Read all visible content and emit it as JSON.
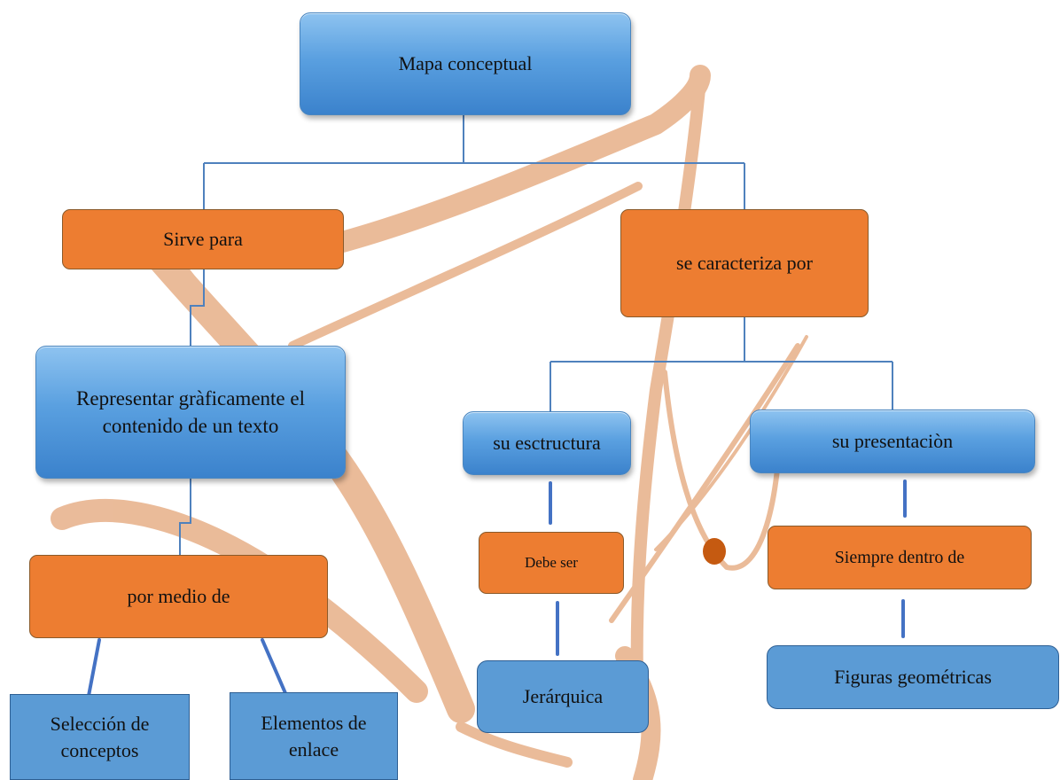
{
  "diagram": {
    "root": {
      "label": "Mapa conceptual"
    },
    "left": {
      "link1": "Sirve para",
      "purpose": "Representar gràficamente el contenido de un texto",
      "link2": "por medio de",
      "leaves": [
        "Selección de conceptos",
        "Elementos de enlace"
      ]
    },
    "right": {
      "link1": "se caracteriza por",
      "structure": {
        "label": "su esctructura",
        "link": "Debe ser",
        "value": "Jerárquica"
      },
      "presentation": {
        "label": "su presentaciòn",
        "link": "Siempre dentro de",
        "value": "Figuras geométricas"
      }
    }
  },
  "colors": {
    "glossy_blue": "#5aa0e0",
    "orange": "#ed7d31",
    "flat_blue": "#5b9bd5",
    "connector": "#4f81bd",
    "watermark": "#e8b48f",
    "watermark_dot": "#c55a11"
  },
  "watermark": {
    "icon": "swoosh-logo-watermark"
  }
}
